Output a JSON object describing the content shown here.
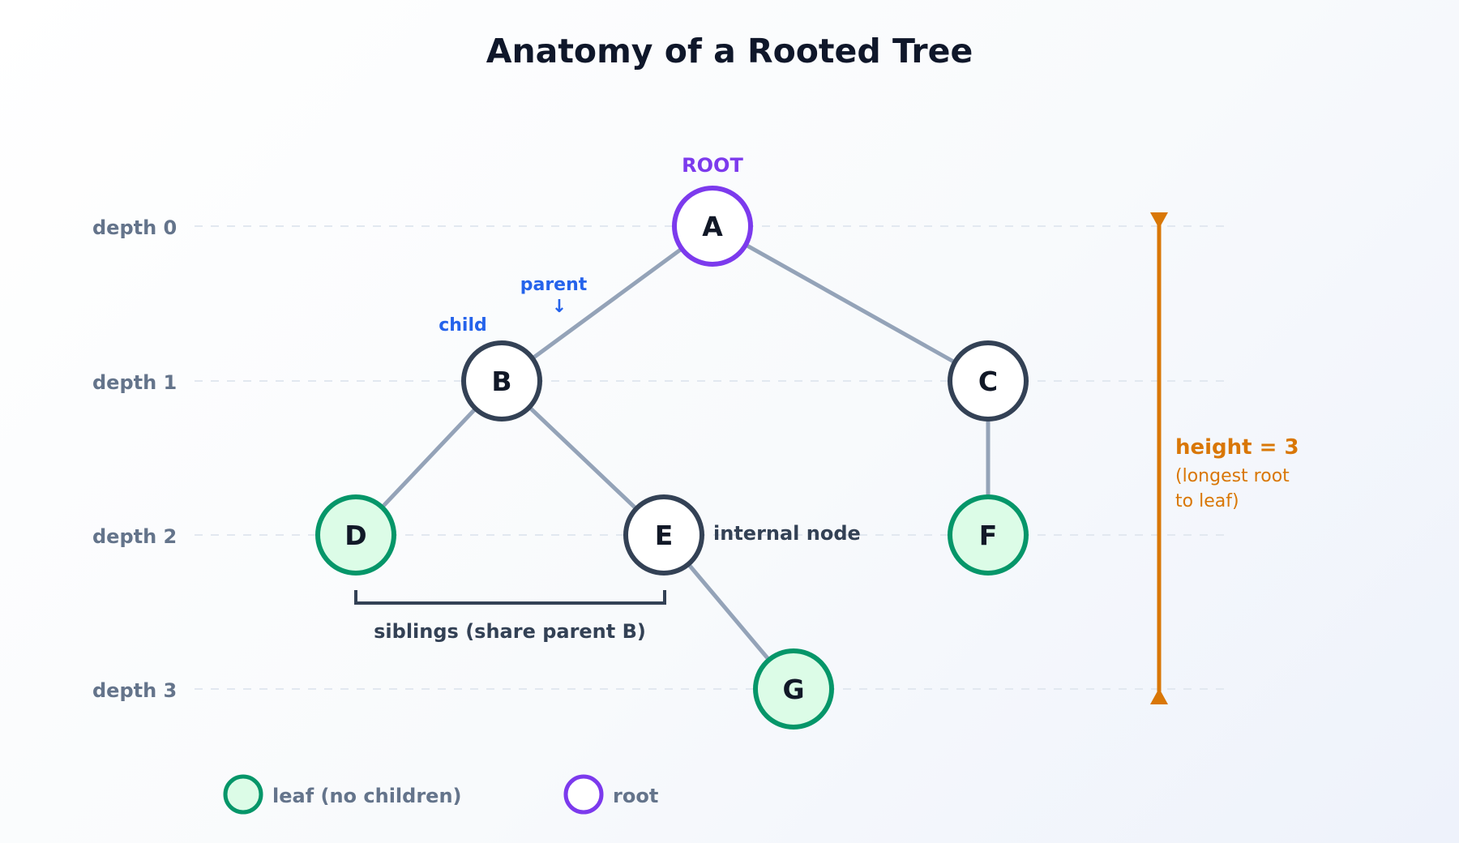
{
  "title": "Anatomy of a Rooted Tree",
  "depth_labels": [
    "depth 0",
    "depth 1",
    "depth 2",
    "depth 3"
  ],
  "nodes": {
    "A": {
      "label": "A",
      "kind": "root"
    },
    "B": {
      "label": "B",
      "kind": "internal"
    },
    "C": {
      "label": "C",
      "kind": "internal"
    },
    "D": {
      "label": "D",
      "kind": "leaf"
    },
    "E": {
      "label": "E",
      "kind": "internal"
    },
    "F": {
      "label": "F",
      "kind": "leaf"
    },
    "G": {
      "label": "G",
      "kind": "leaf"
    }
  },
  "edges": [
    [
      "A",
      "B"
    ],
    [
      "A",
      "C"
    ],
    [
      "B",
      "D"
    ],
    [
      "B",
      "E"
    ],
    [
      "C",
      "F"
    ],
    [
      "E",
      "G"
    ]
  ],
  "annotations": {
    "root": "ROOT",
    "parent": "parent",
    "parent_arrow": "↓",
    "child": "child",
    "internal_node": "internal node",
    "siblings": "siblings (share parent B)",
    "height_main": "height = 3",
    "height_sub_1": "(longest root",
    "height_sub_2": "to leaf)"
  },
  "legend": [
    {
      "label": "leaf (no children)",
      "kind": "leaf"
    },
    {
      "label": "root",
      "kind": "root"
    }
  ],
  "colors": {
    "root_stroke": "#7c3aed",
    "leaf_stroke": "#059669",
    "leaf_fill": "#dcfce7",
    "internal_stroke": "#334155",
    "edge": "#94a3b8",
    "height_accent": "#d97706",
    "annotation_blue": "#2563eb"
  }
}
